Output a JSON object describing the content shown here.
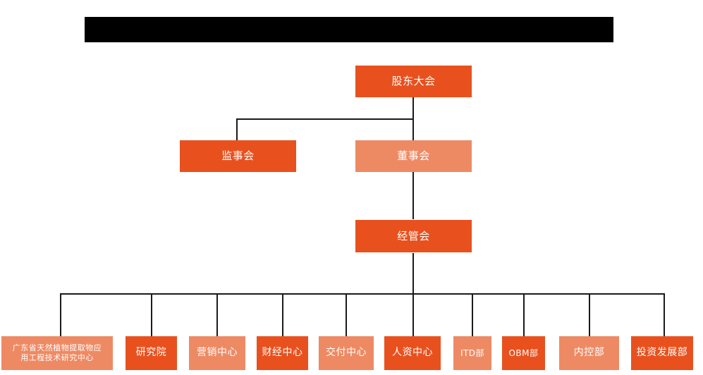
{
  "document": {
    "type": "organization-chart",
    "background_color": "#ffffff",
    "redacted_title_bar": {
      "visible": true,
      "color": "#000000",
      "label": ""
    }
  },
  "palette": {
    "box_dark_orange": "#E8511E",
    "box_light_orange": "#EE8A63",
    "connector_line": "#1a1a1a",
    "text_on_box": "#ffffff"
  },
  "nodes": {
    "shareholders_meeting": {
      "label": "股东大会",
      "tone": "dark"
    },
    "board_of_supervisors": {
      "label": "监事会",
      "tone": "dark"
    },
    "board_of_directors": {
      "label": "董事会",
      "tone": "light"
    },
    "management_committee": {
      "label": "经管会",
      "tone": "dark"
    }
  },
  "departments": [
    {
      "label": "广东省天然植物提取物应用工程技术研究中心",
      "line1": "广东省天然植物提取物应",
      "line2": "用工程技术研究中心",
      "tone": "light"
    },
    {
      "label": "研究院",
      "tone": "dark"
    },
    {
      "label": "营销中心",
      "tone": "light"
    },
    {
      "label": "财经中心",
      "tone": "dark"
    },
    {
      "label": "交付中心",
      "tone": "light"
    },
    {
      "label": "人资中心",
      "tone": "dark"
    },
    {
      "label": "ITD部",
      "tone": "light"
    },
    {
      "label": "OBM部",
      "tone": "dark"
    },
    {
      "label": "内控部",
      "tone": "light"
    },
    {
      "label": "投资发展部",
      "tone": "dark"
    }
  ]
}
